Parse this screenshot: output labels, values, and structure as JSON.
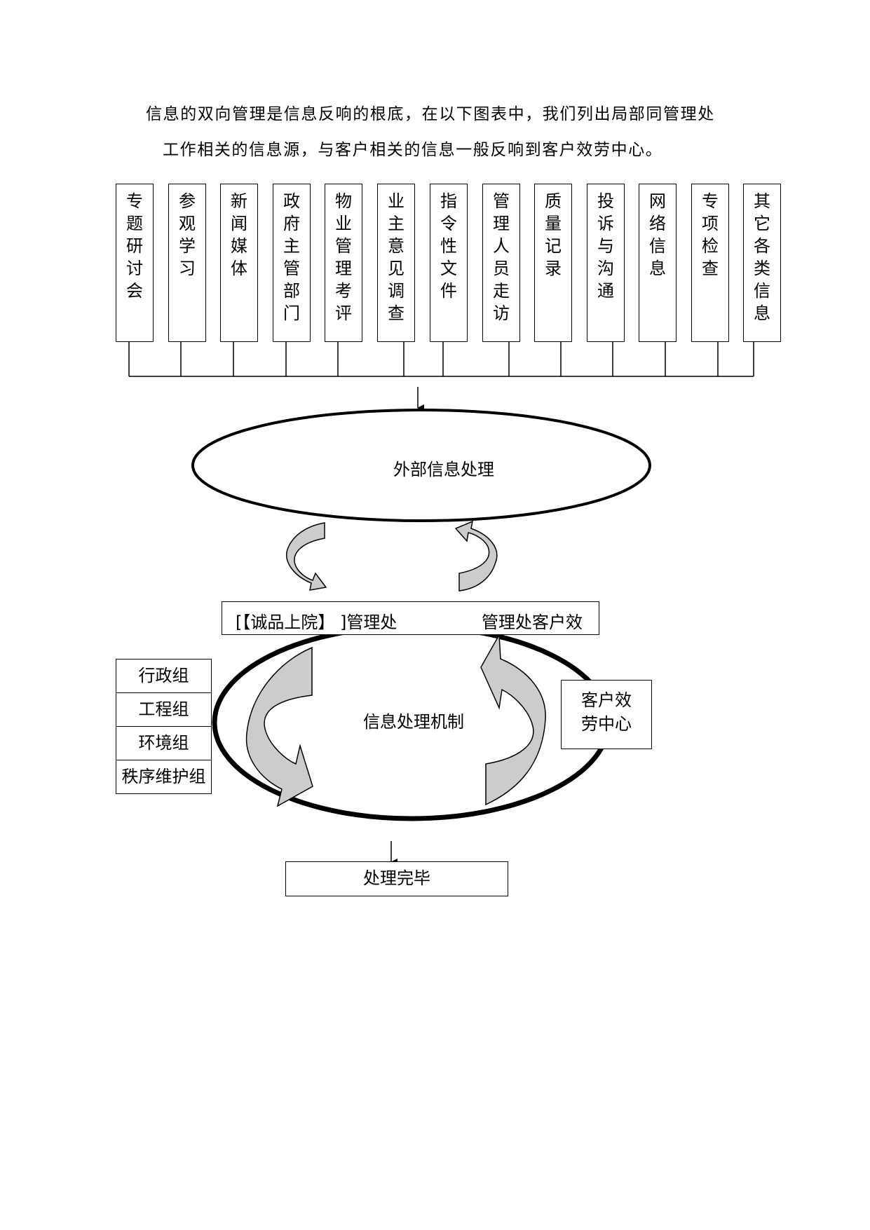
{
  "intro": {
    "line1": "信息的双向管理是信息反响的根底，在以下图表中，我们列出局部同管理处",
    "line2": "工作相关的信息源，与客户相关的信息一般反响到客户效劳中心。"
  },
  "sources": [
    "专题研讨会",
    "参观学习",
    "新闻媒体",
    "政府主管部门",
    "物业管理考评",
    "业主意见调查",
    "指令性文件",
    "管理人员走访",
    "质量记录",
    "投诉与沟通",
    "网络信息",
    "专项检查",
    "其它各类信息"
  ],
  "external": {
    "label": "外部信息处理"
  },
  "office_bar": {
    "left": "[【诚品上院】 ]管理处",
    "right": "管理处客户效"
  },
  "mechanism": {
    "label": "信息处理机制"
  },
  "groups": [
    "行政组",
    "工程组",
    "环境组",
    "秩序维护组"
  ],
  "service_center": {
    "line1": "客户效",
    "line2": "劳中心"
  },
  "done": {
    "label": "处理完毕"
  },
  "colors": {
    "arrow_fill": "#cccccc",
    "stroke": "#000000"
  }
}
